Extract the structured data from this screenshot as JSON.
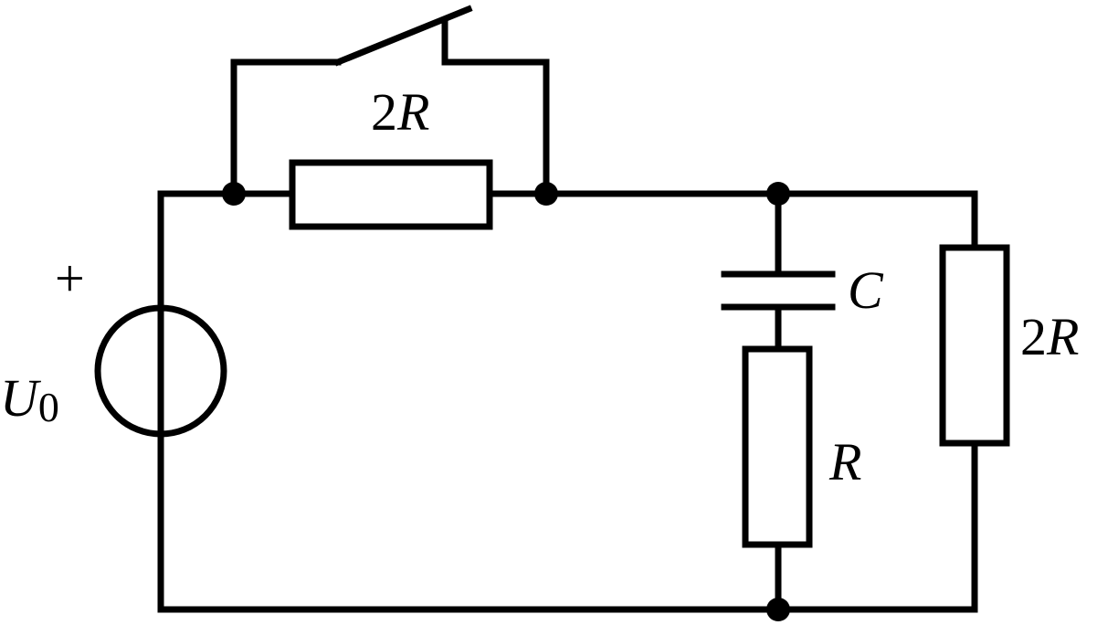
{
  "diagram": {
    "source": {
      "polarity": "+",
      "label_main": "U",
      "label_sub": "0"
    },
    "top_resistor": {
      "coef": "2",
      "symbol": "R"
    },
    "capacitor": {
      "symbol": "C"
    },
    "branch_resistor": {
      "symbol": "R"
    },
    "right_resistor": {
      "coef": "2",
      "symbol": "R"
    }
  }
}
